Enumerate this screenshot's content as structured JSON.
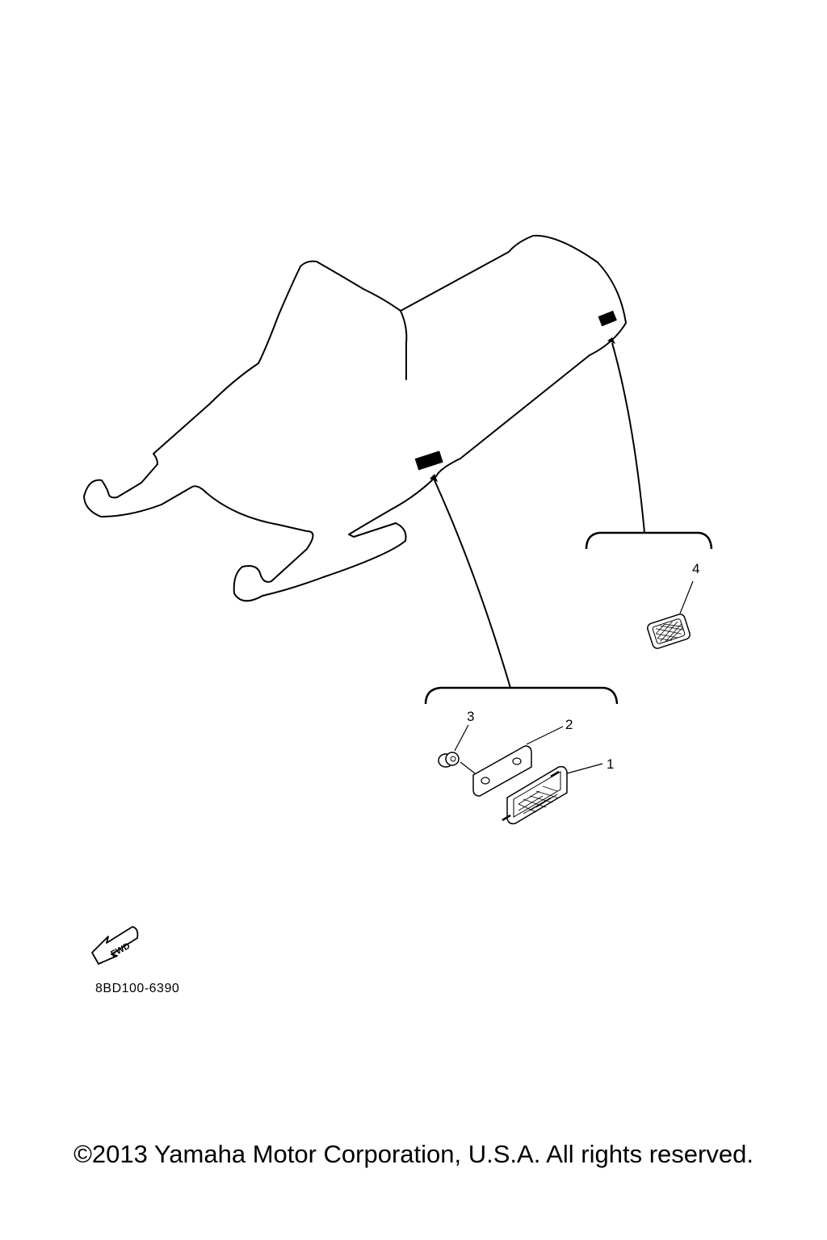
{
  "diagram": {
    "callouts": [
      {
        "number": "1",
        "part": "reflector"
      },
      {
        "number": "2",
        "part": "bracket-plate"
      },
      {
        "number": "3",
        "part": "nut"
      },
      {
        "number": "4",
        "part": "reflector-side"
      }
    ],
    "fwd_label": "FWD",
    "diagram_code": "8BD100-6390"
  },
  "footer": {
    "copyright": "©2013 Yamaha Motor Corporation, U.S.A. All rights reserved."
  },
  "colors": {
    "line": "#000000",
    "background": "#ffffff"
  }
}
